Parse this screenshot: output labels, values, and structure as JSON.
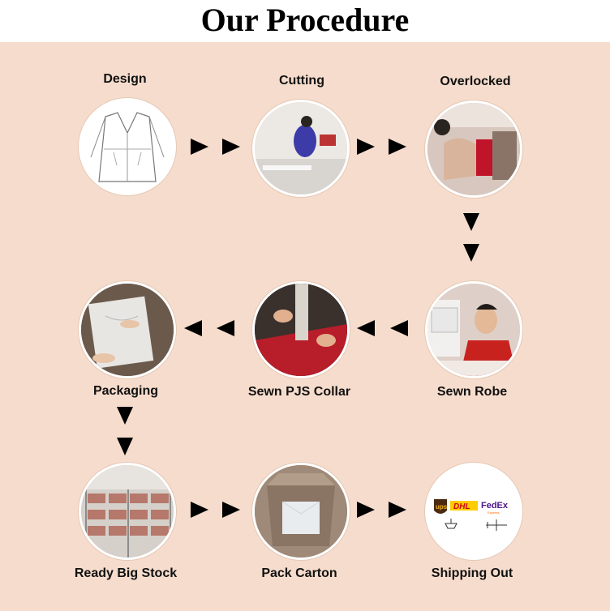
{
  "header": {
    "title": "Our Procedure"
  },
  "steps": [
    {
      "label": "Design"
    },
    {
      "label": "Cutting"
    },
    {
      "label": "Overlocked"
    },
    {
      "label": "Sewn Robe"
    },
    {
      "label": "Sewn PJS Collar"
    },
    {
      "label": "Packaging"
    },
    {
      "label": "Ready Big Stock"
    },
    {
      "label": "Pack Carton"
    },
    {
      "label": "Shipping Out"
    }
  ],
  "shipping_logos": {
    "ups": "ups",
    "dhl": "DHL",
    "fedex": "FedEx",
    "fedex_sub": "Express"
  },
  "colors": {
    "background": "#f6dccc",
    "header_bg": "#ffffff",
    "arrow": "#000000"
  }
}
